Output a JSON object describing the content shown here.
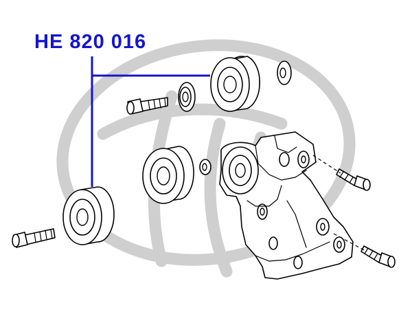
{
  "part_number": "HE 820 016",
  "colors": {
    "part_number_text": "#1414d2",
    "leader_lines": "#1414d2",
    "watermark": "#cfcfcf",
    "line_art": "#000000",
    "background": "#ffffff"
  },
  "components": [
    "idler-pulley-top",
    "idler-pulley-middle",
    "idler-pulley-bottom",
    "washer-top",
    "washer-middle",
    "spacer-right",
    "bolt-top",
    "bolt-left",
    "bolt-right-upper",
    "bolt-right-lower",
    "tensioner-bracket"
  ],
  "watermark": "logo"
}
